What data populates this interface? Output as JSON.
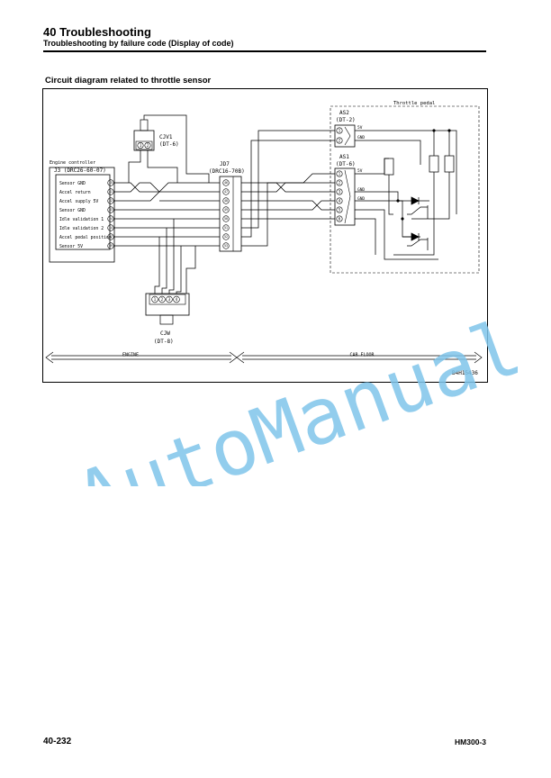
{
  "header": {
    "title": "40 Troubleshooting",
    "subtitle": "Troubleshooting by failure code (Display of code)"
  },
  "section": {
    "title": "Circuit diagram related to throttle sensor"
  },
  "diagram": {
    "throttle_pedal_label": "Throttle pedal",
    "engine_controller_label": "Engine controller",
    "j3": {
      "name": "J3 (DRC26-60-07)",
      "pins": [
        {
          "label": "Sensor GND",
          "num": "15"
        },
        {
          "label": "Accel return",
          "num": "41"
        },
        {
          "label": "Accel supply 5V",
          "num": "22"
        },
        {
          "label": "Sensor GND",
          "num": "33"
        },
        {
          "label": "Idle validation 1",
          "num": "24"
        },
        {
          "label": "Idle validation 2",
          "num": "14"
        },
        {
          "label": "Accel pedal position",
          "num": "57"
        },
        {
          "label": "Sensor 5V",
          "num": "59"
        }
      ]
    },
    "cjv1": {
      "name": "CJV1",
      "type": "(DT-6)",
      "pins": [
        "1",
        "2"
      ]
    },
    "jd7": {
      "name": "JD7",
      "type": "(DRC16-70B)",
      "pins": [
        "46",
        "47",
        "48",
        "49",
        "50",
        "51",
        "52",
        "53"
      ]
    },
    "as2": {
      "name": "AS2",
      "type": "(DT-2)",
      "pins": [
        "1",
        "2"
      ],
      "signals": [
        "5V",
        "GND"
      ]
    },
    "as1": {
      "name": "AS1",
      "type": "(DT-6)",
      "pins": [
        "1",
        "2",
        "3",
        "4",
        "5",
        "6"
      ],
      "signals": [
        "5V",
        "GND",
        "GND"
      ]
    },
    "cjw": {
      "name": "CJW",
      "type": "(DT-8)",
      "pins": [
        "1",
        "2",
        "3",
        "4"
      ]
    },
    "engine_label": "ENGINE",
    "cab_floor_label": "CAB FLOOR",
    "figure_code": "B4H15436"
  },
  "watermark": {
    "text": "AutoManual",
    "color": "#7fc4ea"
  },
  "footer": {
    "page_number": "40-232",
    "model": "HM300-3"
  }
}
